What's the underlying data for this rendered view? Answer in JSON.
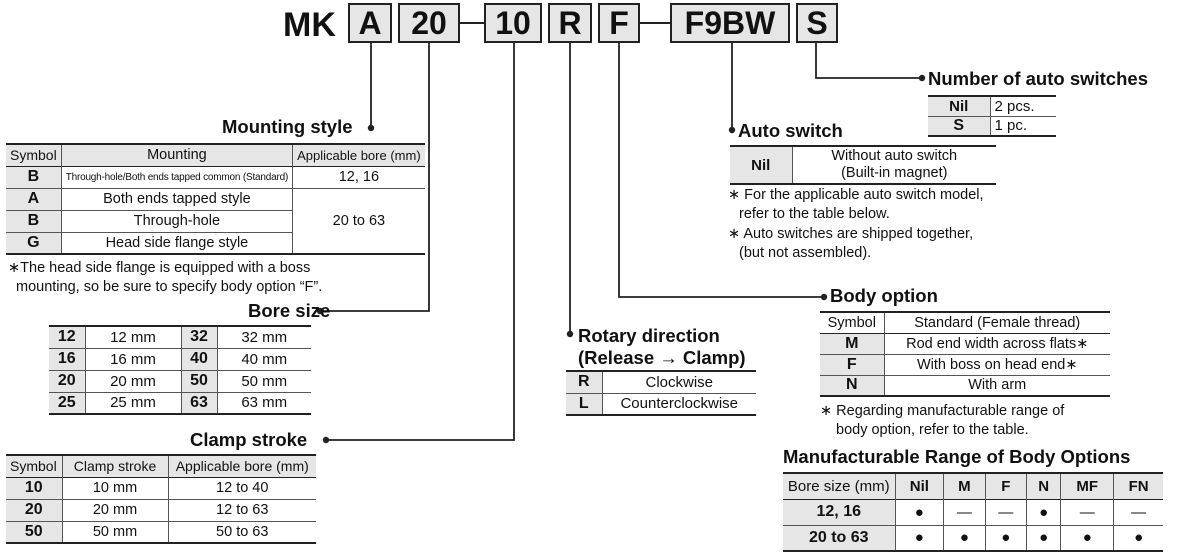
{
  "model_code": {
    "prefix": "MK",
    "boxes": [
      "A",
      "20",
      "10",
      "R",
      "F",
      "F9BW",
      "S"
    ]
  },
  "mounting_style": {
    "title": "Mounting style",
    "headers": [
      "Symbol",
      "Mounting",
      "Applicable bore (mm)"
    ],
    "rows": [
      {
        "symbol": "B",
        "mounting": "Through-hole/Both ends tapped common (Standard)",
        "bore": "12, 16"
      },
      {
        "symbol": "A",
        "mounting": "Both ends tapped style"
      },
      {
        "symbol": "B",
        "mounting": "Through-hole",
        "bore": "20 to 63"
      },
      {
        "symbol": "G",
        "mounting": "Head side flange style"
      }
    ],
    "note_line1": "∗The head side flange is equipped with a boss",
    "note_line2": "mounting, so be sure to specify body option “F”."
  },
  "bore_size": {
    "title": "Bore size",
    "rows": [
      [
        "12",
        "12 mm",
        "32",
        "32 mm"
      ],
      [
        "16",
        "16 mm",
        "40",
        "40 mm"
      ],
      [
        "20",
        "20 mm",
        "50",
        "50 mm"
      ],
      [
        "25",
        "25 mm",
        "63",
        "63 mm"
      ]
    ]
  },
  "clamp_stroke": {
    "title": "Clamp stroke",
    "headers": [
      "Symbol",
      "Clamp stroke",
      "Applicable bore (mm)"
    ],
    "rows": [
      [
        "10",
        "10 mm",
        "12 to 40"
      ],
      [
        "20",
        "20 mm",
        "12 to 63"
      ],
      [
        "50",
        "50 mm",
        "50 to 63"
      ]
    ]
  },
  "rotary_direction": {
    "title_line1": "Rotary direction",
    "title_line2": "(Release → Clamp)",
    "rows": [
      [
        "R",
        "Clockwise"
      ],
      [
        "L",
        "Counterclockwise"
      ]
    ]
  },
  "number_of_switches": {
    "title": "Number of auto switches",
    "rows": [
      [
        "Nil",
        "2 pcs."
      ],
      [
        "S",
        "1 pc."
      ]
    ]
  },
  "auto_switch": {
    "title": "Auto switch",
    "symbol": "Nil",
    "desc_line1": "Without auto switch",
    "desc_line2": "(Built-in magnet)",
    "notes": [
      "∗ For the applicable auto switch model,",
      "refer to the table below.",
      "∗ Auto switches are shipped together,",
      "(but not assembled)."
    ]
  },
  "body_option": {
    "title": "Body option",
    "headers": [
      "Symbol",
      "Standard (Female thread)"
    ],
    "rows": [
      [
        "M",
        "Rod end width across flats∗"
      ],
      [
        "F",
        "With boss on head end∗"
      ],
      [
        "N",
        "With arm"
      ]
    ],
    "note_line1": "∗ Regarding manufacturable range of",
    "note_line2": "body option, refer to the table."
  },
  "manufacturable_range": {
    "title": "Manufacturable Range of Body Options",
    "headers": [
      "Bore size (mm)",
      "Nil",
      "M",
      "F",
      "N",
      "MF",
      "FN"
    ],
    "rows": [
      [
        "12, 16",
        "●",
        "—",
        "—",
        "●",
        "—",
        "—"
      ],
      [
        "20 to 63",
        "●",
        "●",
        "●",
        "●",
        "●",
        "●"
      ]
    ]
  }
}
